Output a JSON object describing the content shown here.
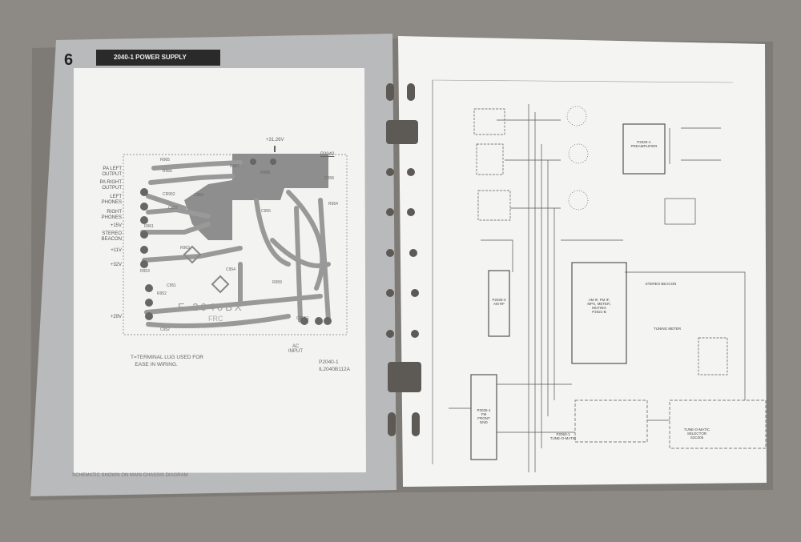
{
  "left_page": {
    "page_number": "6",
    "section_title": "2040-1 POWER SUPPLY",
    "board": {
      "top_voltage": "+31.26V",
      "board_id": "P2040",
      "silkscreen": "E 2040BX",
      "silkscreen_sub": "FRC",
      "left_labels": [
        "PA LEFT\nOUTPUT",
        "PA RIGHT\nOUTPUT",
        "LEFT\nPHONES",
        "RIGHT\nPHONES",
        "+15V",
        "STEREO\nBEACON",
        "+11V",
        "+32V",
        "+29V"
      ],
      "components": [
        "R965",
        "R967",
        "R966",
        "R968",
        "C958",
        "CR952",
        "C953",
        "C957",
        "R954",
        "R961",
        "R963",
        "C955",
        "C952",
        "R953",
        "C951",
        "R952",
        "R959",
        "CR951",
        "C954"
      ],
      "ac_input": "AC\nINPUT"
    },
    "note": "T=TERMINAL LUG USED FOR\n   EASE IN WIRING.",
    "part_ref": "P2040-1\nIL2040B112A",
    "footer": "SCHEMATIC SHOWN ON MAIN CHASSIS DIAGRAM"
  },
  "right_page": {
    "blocks": [
      "P2020-A\nPREAMPLIFIER",
      "AM IF, FM IF,\nMPX, METER,\nMUTING\nP2021-B",
      "P2026-3\nAM RF",
      "P2025-1\nFM\nFRONT\nEND",
      "P2050-1\nTUNE-O-MATIC",
      "TUNE-O-MATIC\nSELECTOR\nS2C005",
      "TUNING METER",
      "STEREO BEACON"
    ]
  }
}
